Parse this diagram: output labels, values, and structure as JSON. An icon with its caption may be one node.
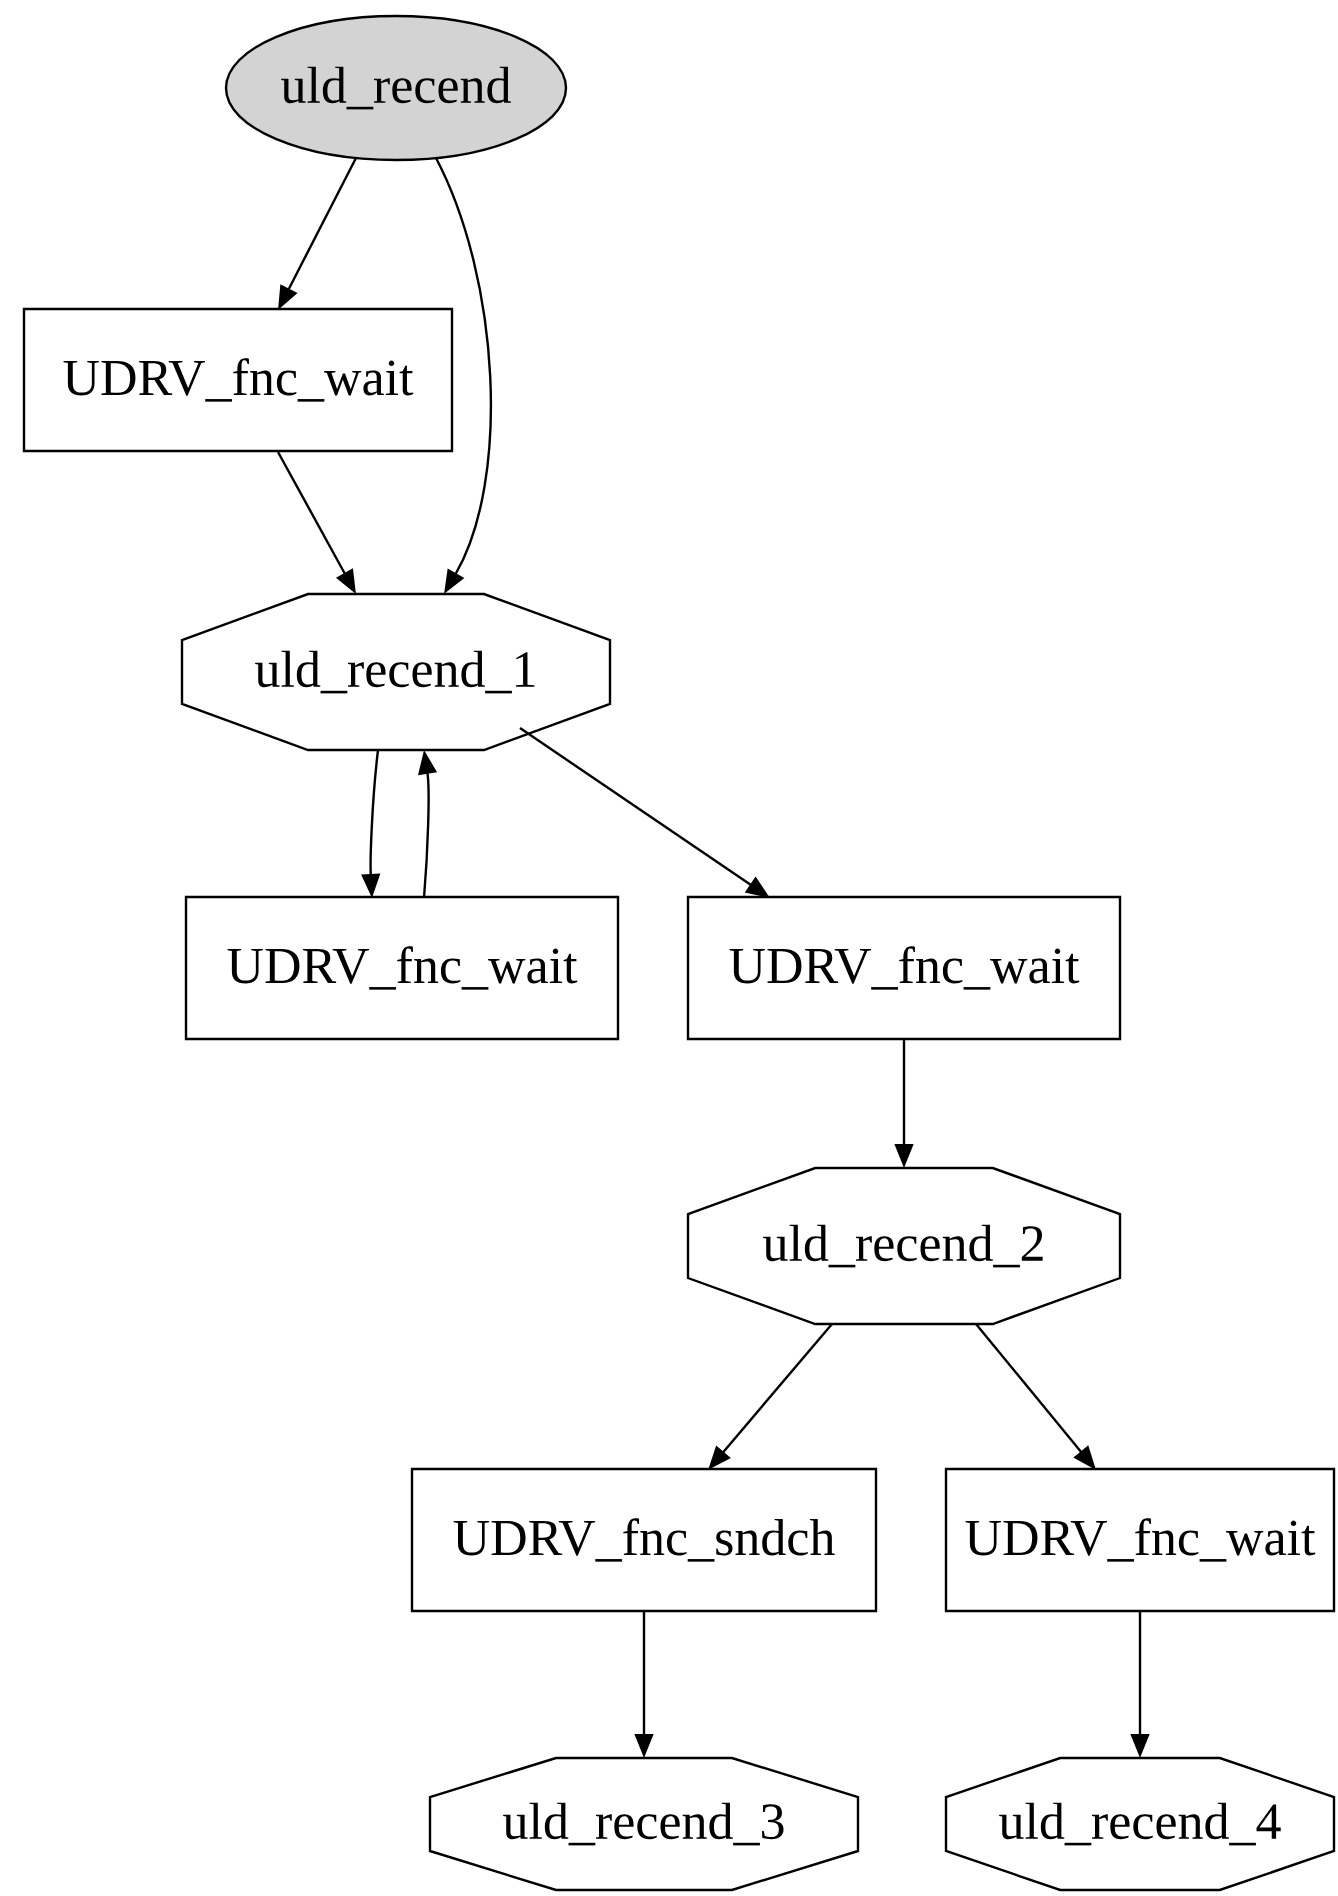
{
  "diagram": {
    "nodes": [
      {
        "text": [
          "uld_recend"
        ]
      },
      {
        "text": [
          "UDRV_fnc_wait"
        ]
      },
      {
        "text": [
          "uld_recend_1"
        ]
      },
      {
        "text": [
          "UDRV_fnc_wait"
        ]
      },
      {
        "text": [
          "UDRV_fnc_wait"
        ]
      },
      {
        "text": [
          "uld_recend_2"
        ]
      },
      {
        "text": [
          "UDRV_fnc_sndch"
        ]
      },
      {
        "text": [
          "UDRV_fnc_wait"
        ]
      },
      {
        "text": [
          "uld_recend_3"
        ]
      },
      {
        "text": [
          "uld_recend_4"
        ]
      }
    ],
    "edges": [
      {
        "from": 0,
        "to": 1,
        "arrow": "to"
      },
      {
        "from": 0,
        "to": 2,
        "arrow": "to"
      },
      {
        "from": 1,
        "to": 2,
        "arrow": "to"
      },
      {
        "from": 2,
        "to": 3,
        "arrow": "to"
      },
      {
        "from": 3,
        "to": 2,
        "arrow": "to"
      },
      {
        "from": 2,
        "to": 4,
        "arrow": "to"
      },
      {
        "from": 4,
        "to": 5,
        "arrow": "to"
      },
      {
        "from": 5,
        "to": 6,
        "arrow": "to"
      },
      {
        "from": 5,
        "to": 7,
        "arrow": "to"
      },
      {
        "from": 6,
        "to": 8,
        "arrow": "to"
      },
      {
        "from": 7,
        "to": 9,
        "arrow": "to"
      }
    ]
  }
}
